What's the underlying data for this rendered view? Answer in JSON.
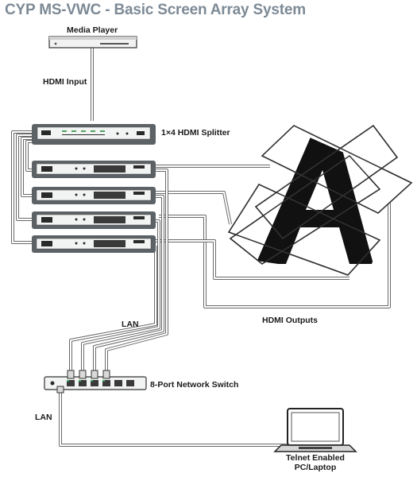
{
  "title": "CYP MS-VWC  -  Basic Screen Array System",
  "labels": {
    "media_player": "Media Player",
    "hdmi_input": "HDMI Input",
    "splitter": "1×4 HDMI Splitter",
    "hdmi_outputs": "HDMI Outputs",
    "lan_upper": "LAN",
    "network_switch": "8-Port Network Switch",
    "lan_lower": "LAN",
    "pc_line1": "Telnet Enabled",
    "pc_line2": "PC/Laptop"
  },
  "screen_graphic_letter": "A",
  "device_count": 4,
  "colors": {
    "title": "#7d8a96",
    "device_body": "#5c6266",
    "device_face": "#f2f3f3",
    "cable": "#7a7a7a",
    "screen_border": "#333333",
    "graphic": "#111111"
  }
}
